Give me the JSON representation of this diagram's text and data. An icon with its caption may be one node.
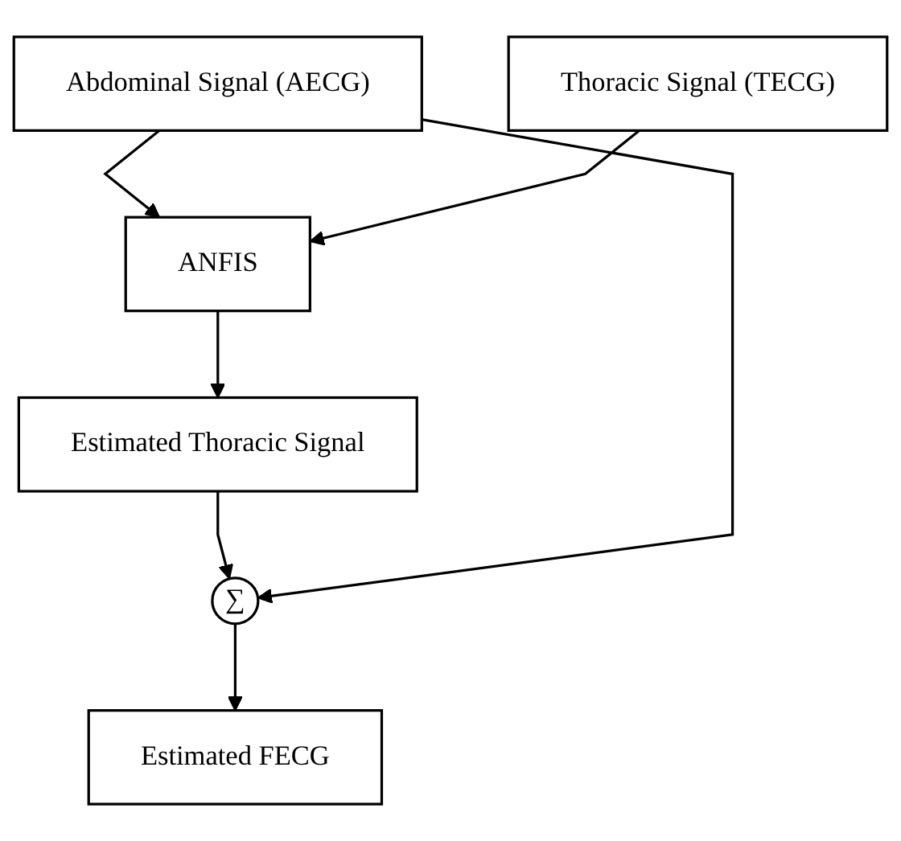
{
  "diagram": {
    "nodes": [
      {
        "text": [
          "Abdominal Signal (AECG)"
        ]
      },
      {
        "text": [
          "Thoracic Signal (TECG)"
        ]
      },
      {
        "text": [
          "ANFIS"
        ]
      },
      {
        "text": [
          "Estimated Thoracic Signal"
        ]
      },
      {
        "text": [
          "∑"
        ]
      },
      {
        "text": [
          "Estimated FECG"
        ]
      }
    ],
    "edges": [
      {
        "from": 0,
        "to": 2,
        "arrow": "to"
      },
      {
        "from": 1,
        "to": 2,
        "arrow": "to"
      },
      {
        "from": 2,
        "to": 3,
        "arrow": "to"
      },
      {
        "from": 3,
        "to": 4,
        "arrow": "to"
      },
      {
        "from": 0,
        "to": 4,
        "arrow": "to"
      },
      {
        "from": 4,
        "to": 5,
        "arrow": "to"
      }
    ]
  }
}
